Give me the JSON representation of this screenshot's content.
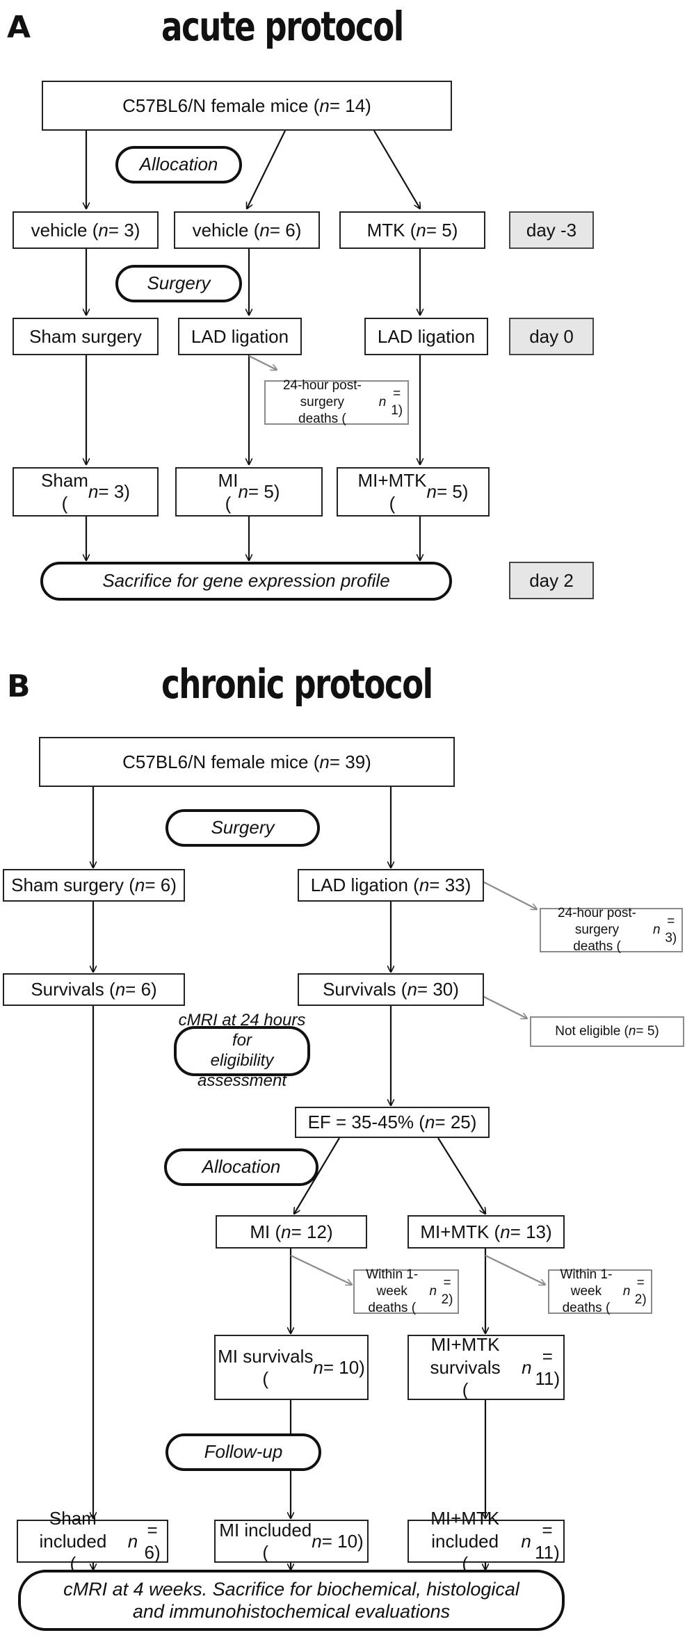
{
  "panel_a": {
    "label": "A",
    "title": "acute protocol",
    "mice": "C57BL6/N female mice (n = 14)",
    "allocation": "Allocation",
    "surgery": "Surgery",
    "vehicle_sham": "vehicle (n = 3)",
    "vehicle_lad": "vehicle (n = 6)",
    "mtk": "MTK  (n = 5)",
    "day_minus3": "day -3",
    "sham_surgery": "Sham surgery",
    "lad_ligation_1": "LAD ligation",
    "lad_ligation_2": "LAD ligation",
    "day_0": "day 0",
    "deaths": "24-hour post-surgery\ndeaths (n = 1)",
    "sham": "Sham\n(n = 3)",
    "mi": "MI\n(n = 5)",
    "mi_mtk": "MI+MTK\n(n = 5)",
    "sacrifice": "Sacrifice for gene expression profile",
    "day_2": "day 2"
  },
  "panel_b": {
    "label": "B",
    "title": "chronic protocol",
    "mice": "C57BL6/N female mice (n = 39)",
    "surgery": "Surgery",
    "sham_surgery": "Sham surgery (n = 6)",
    "lad_ligation": "LAD ligation (n = 33)",
    "deaths_24h": "24-hour post-surgery\ndeaths (n = 3)",
    "survivals_sham": "Survivals (n = 6)",
    "survivals_lad": "Survivals (n = 30)",
    "cmri_24h": "cMRI at 24 hours for\neligibility assessment",
    "not_eligible": "Not eligible (n = 5)",
    "ef": "EF = 35-45% (n = 25)",
    "allocation": "Allocation",
    "mi": "MI (n = 12)",
    "mi_mtk": "MI+MTK (n = 13)",
    "deaths_week_mi": "Within 1-week\ndeaths (n = 2)",
    "deaths_week_mtk": "Within 1-week\ndeaths (n = 2)",
    "mi_survivals": "MI survivals\n(n = 10)",
    "mi_mtk_survivals": "MI+MTK survivals\n(n = 11)",
    "follow_up": "Follow-up",
    "sham_included": "Sham included\n(n = 6)",
    "mi_included": "MI included\n(n = 10)",
    "mi_mtk_included": "MI+MTK included\n(n = 11)",
    "final": "cMRI at 4 weeks. Sacrifice for biochemical, histological\nand immunohistochemical evaluations"
  },
  "colors": {
    "line": "#111111",
    "gray_line": "#8a8a8a",
    "day_fill": "#e6e6e6"
  }
}
